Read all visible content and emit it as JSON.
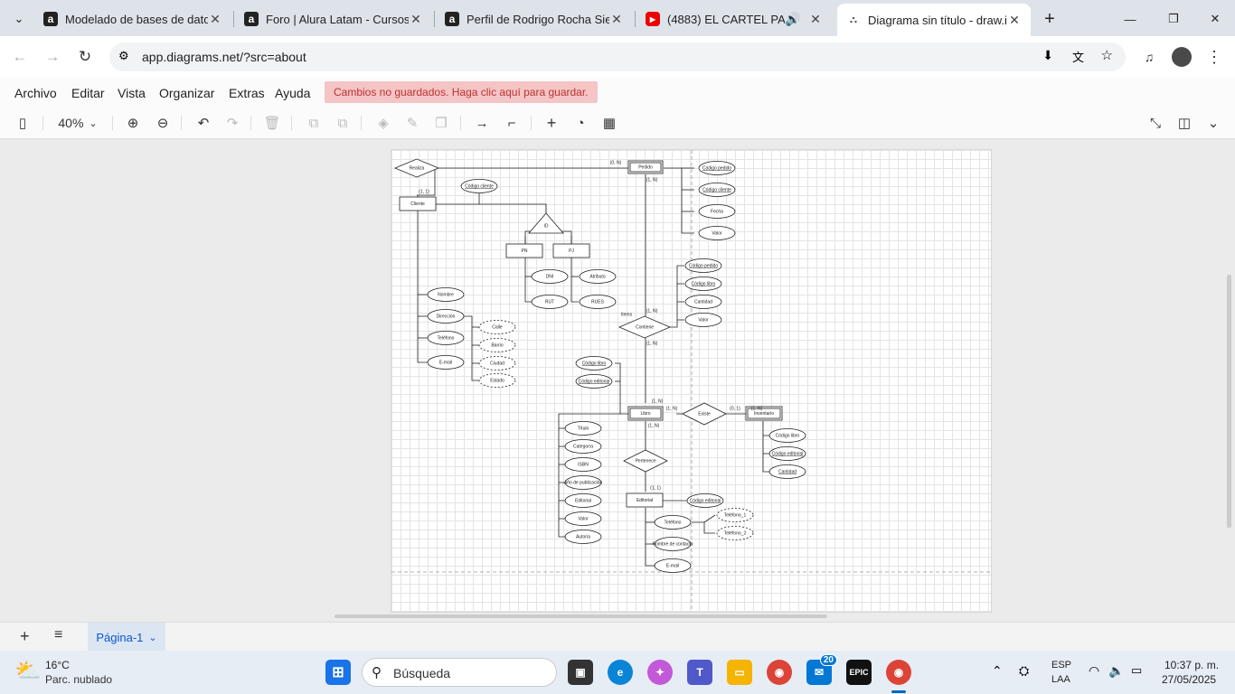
{
  "browser": {
    "tabs": [
      {
        "title": "Modelado de bases de datos",
        "icon": "alura-icon"
      },
      {
        "title": "Foro | Alura Latam - Cursos",
        "icon": "alura-icon"
      },
      {
        "title": "Perfil de Rodrigo Rocha Sierra",
        "icon": "alura-icon"
      },
      {
        "title": "(4883) EL CARTEL PARANORMAL",
        "icon": "youtube-icon"
      },
      {
        "title": "Diagrama sin título - draw.io",
        "icon": "drawio-icon"
      }
    ],
    "url": "app.diagrams.net/?src=about"
  },
  "menu": {
    "items": [
      "Archivo",
      "Editar",
      "Vista",
      "Organizar",
      "Extras",
      "Ayuda"
    ],
    "unsaved": "Cambios no guardados. Haga clic aquí para guardar."
  },
  "toolbar": {
    "zoom": "40%"
  },
  "diagram": {
    "entities": [
      "Pedido",
      "Cliente",
      "PN",
      "PJ",
      "Libro",
      "Inventario",
      "Editorial"
    ],
    "relationships": [
      "Realiza",
      "Contiene",
      "Existe",
      "Pertenece"
    ],
    "isa": "ID",
    "attributes": [
      "Código pedido",
      "Código cliente",
      "Fecha",
      "Valor",
      "Código cliente",
      "DNI",
      "Atributo",
      "RUT",
      "RUES",
      "Código pedido",
      "Código libro",
      "Cantidad",
      "Valor",
      "Nombre",
      "Dirección",
      "Teléfono",
      "E-mail",
      "Calle",
      "Barrio",
      "Ciudad",
      "Estado",
      "Código libro",
      "Código editorial",
      "Cantidad",
      "Código libro",
      "Código editorial",
      "Título",
      "Categoría",
      "ISBN",
      "Año de publicación",
      "Editorial",
      "Valor",
      "Autoría",
      "Código editorial",
      "Teléfono",
      "Nombre de contacto",
      "E-mail",
      "Teléfono_1",
      "Teléfono_2"
    ],
    "cardinalities": [
      "(0, N)",
      "(1, 1)",
      "(1, N)",
      "(1, N)",
      "(1, N)",
      "(1, N)",
      "(1, N)",
      "(1, N)",
      "(0, 1)",
      "(1, N)",
      "(1, 1)"
    ],
    "labels": [
      "Items"
    ]
  },
  "pages": {
    "current": "Página-1"
  },
  "taskbar": {
    "weather_temp": "16°C",
    "weather_desc": "Parc. nublado",
    "search": "Búsqueda",
    "badge": "20",
    "lang": "ESP",
    "layout": "LAA",
    "time": "10:37 p. m.",
    "date": "27/05/2025"
  }
}
